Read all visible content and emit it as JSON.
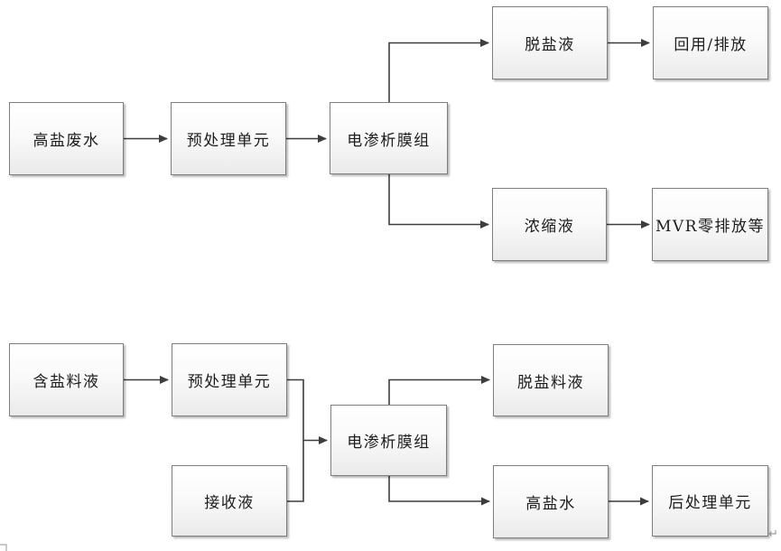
{
  "diagram": {
    "colors": {
      "box_border": "#7e7e7e",
      "box_fill_top": "#ffffff",
      "box_fill_bottom": "#eaeaea",
      "connector": "#3d3d3d",
      "text": "#1c1c1c",
      "paragraph_mark": "#8f8f8f"
    },
    "top_flow": {
      "nodes": [
        {
          "id": "high-salt-wastewater",
          "label": "高盐废水"
        },
        {
          "id": "pretreatment-unit",
          "label": "预处理单元"
        },
        {
          "id": "electrodialysis-membrane-stack",
          "label": "电渗析膜组"
        },
        {
          "id": "desalted-liquid",
          "label": "脱盐液"
        },
        {
          "id": "reuse-discharge",
          "label": "回用/排放"
        },
        {
          "id": "concentrated-liquid",
          "label": "浓缩液"
        },
        {
          "id": "mvr-zero-discharge",
          "label": "MVR零排放等"
        }
      ],
      "edges": [
        {
          "from": "高盐废水",
          "to": "预处理单元"
        },
        {
          "from": "预处理单元",
          "to": "电渗析膜组"
        },
        {
          "from": "电渗析膜组",
          "to": "脱盐液"
        },
        {
          "from": "脱盐液",
          "to": "回用/排放"
        },
        {
          "from": "电渗析膜组",
          "to": "浓缩液"
        },
        {
          "from": "浓缩液",
          "to": "MVR零排放等"
        }
      ]
    },
    "bottom_flow": {
      "nodes": [
        {
          "id": "salt-feed-liquid",
          "label": "含盐料液"
        },
        {
          "id": "pretreatment-unit",
          "label": "预处理单元"
        },
        {
          "id": "receiving-liquid",
          "label": "接收液"
        },
        {
          "id": "electrodialysis-membrane-stack",
          "label": "电渗析膜组"
        },
        {
          "id": "desalted-feed-liquid",
          "label": "脱盐料液"
        },
        {
          "id": "high-salt-water",
          "label": "高盐水"
        },
        {
          "id": "post-treatment-unit",
          "label": "后处理单元"
        }
      ],
      "edges": [
        {
          "from": "含盐料液",
          "to": "预处理单元"
        },
        {
          "from": "预处理单元",
          "to": "电渗析膜组"
        },
        {
          "from": "接收液",
          "to": "电渗析膜组"
        },
        {
          "from": "电渗析膜组",
          "to": "脱盐料液"
        },
        {
          "from": "电渗析膜组",
          "to": "高盐水"
        },
        {
          "from": "高盐水",
          "to": "后处理单元"
        }
      ]
    },
    "marks": {
      "return_symbol": "↵"
    }
  }
}
